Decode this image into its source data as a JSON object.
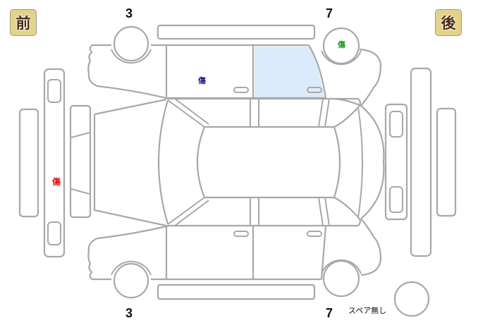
{
  "labels": {
    "front": "前",
    "rear": "後"
  },
  "tire_numbers": {
    "front_top": "3",
    "rear_top": "7",
    "front_bottom": "3",
    "rear_bottom": "7"
  },
  "damage_marks": [
    {
      "id": "driver-side-front-door",
      "text": "傷",
      "color": "#1a1a8c"
    },
    {
      "id": "rear-top-wheel",
      "text": "傷",
      "color": "#1a9a1a"
    },
    {
      "id": "front-bumper",
      "text": "傷",
      "color": "#e01010"
    }
  ],
  "highlighted_panel": {
    "id": "top-rear-door",
    "color": "#dcebfb"
  },
  "spare": {
    "text": "スペア無し"
  },
  "colors": {
    "outline": "#a8a8a8",
    "badge_bg": "#e3d28a",
    "badge_text": "#4a2a12"
  }
}
